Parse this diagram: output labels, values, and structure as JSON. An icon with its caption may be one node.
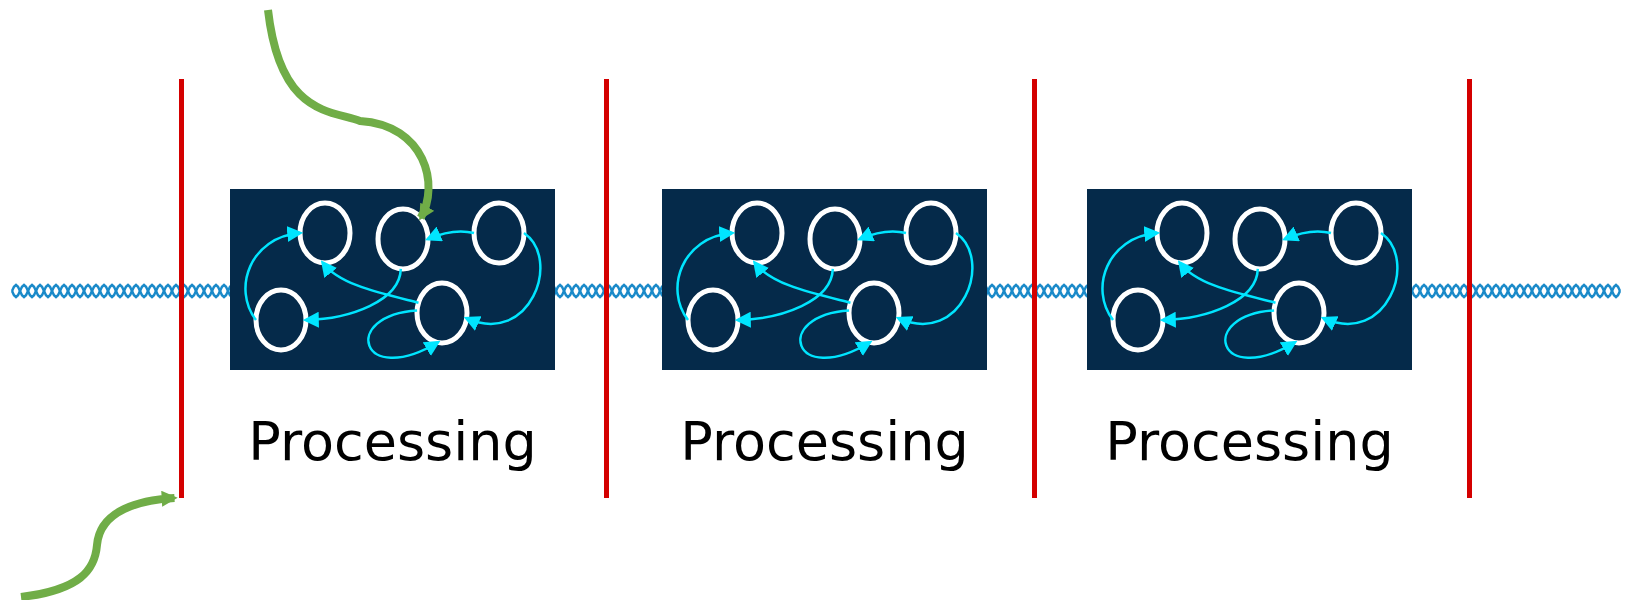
{
  "diagram": {
    "nodes": [
      {
        "text": [],
        "shape": "bar"
      },
      {
        "text": [
          "Processing"
        ]
      },
      {
        "text": [],
        "shape": "circle",
        "in": 1
      },
      {
        "text": [],
        "shape": "circle",
        "in": 1
      },
      {
        "text": [],
        "shape": "circle",
        "in": 1
      },
      {
        "text": [],
        "shape": "circle",
        "in": 1
      },
      {
        "text": [],
        "shape": "circle",
        "in": 1
      },
      {
        "text": [],
        "shape": "bar"
      },
      {
        "text": [
          "Processing"
        ]
      },
      {
        "text": [],
        "shape": "circle",
        "in": 8
      },
      {
        "text": [],
        "shape": "circle",
        "in": 8
      },
      {
        "text": [],
        "shape": "circle",
        "in": 8
      },
      {
        "text": [],
        "shape": "circle",
        "in": 8
      },
      {
        "text": [],
        "shape": "circle",
        "in": 8
      },
      {
        "text": [],
        "shape": "bar"
      },
      {
        "text": [
          "Processing"
        ]
      },
      {
        "text": [],
        "shape": "circle",
        "in": 15
      },
      {
        "text": [],
        "shape": "circle",
        "in": 15
      },
      {
        "text": [],
        "shape": "circle",
        "in": 15
      },
      {
        "text": [],
        "shape": "circle",
        "in": 15
      },
      {
        "text": [],
        "shape": "circle",
        "in": 15
      },
      {
        "text": [],
        "shape": "bar"
      }
    ],
    "edges": [
      {
        "from": 5,
        "to": 2,
        "arrow": "to"
      },
      {
        "from": 4,
        "to": 3,
        "arrow": "to"
      },
      {
        "from": 3,
        "to": 5,
        "arrow": "to"
      },
      {
        "from": 6,
        "to": 2,
        "arrow": "to"
      },
      {
        "from": 4,
        "to": 6,
        "arrow": "to"
      },
      {
        "from": 6,
        "to": 6,
        "arrow": "to"
      },
      {
        "from": 12,
        "to": 9,
        "arrow": "to"
      },
      {
        "from": 11,
        "to": 10,
        "arrow": "to"
      },
      {
        "from": 10,
        "to": 12,
        "arrow": "to"
      },
      {
        "from": 13,
        "to": 9,
        "arrow": "to"
      },
      {
        "from": 11,
        "to": 13,
        "arrow": "to"
      },
      {
        "from": 13,
        "to": 13,
        "arrow": "to"
      },
      {
        "from": 19,
        "to": 16,
        "arrow": "to"
      },
      {
        "from": 18,
        "to": 17,
        "arrow": "to"
      },
      {
        "from": 17,
        "to": 19,
        "arrow": "to"
      },
      {
        "from": 20,
        "to": 16,
        "arrow": "to"
      },
      {
        "from": 18,
        "to": 20,
        "arrow": "to"
      },
      {
        "from": 20,
        "to": 20,
        "arrow": "to"
      },
      {
        "from": null,
        "to": 3,
        "arrow": "to",
        "style": "thick",
        "color": "#70ad47"
      },
      {
        "from": null,
        "to": 0,
        "arrow": "to",
        "style": "thick",
        "color": "#70ad47"
      }
    ]
  }
}
